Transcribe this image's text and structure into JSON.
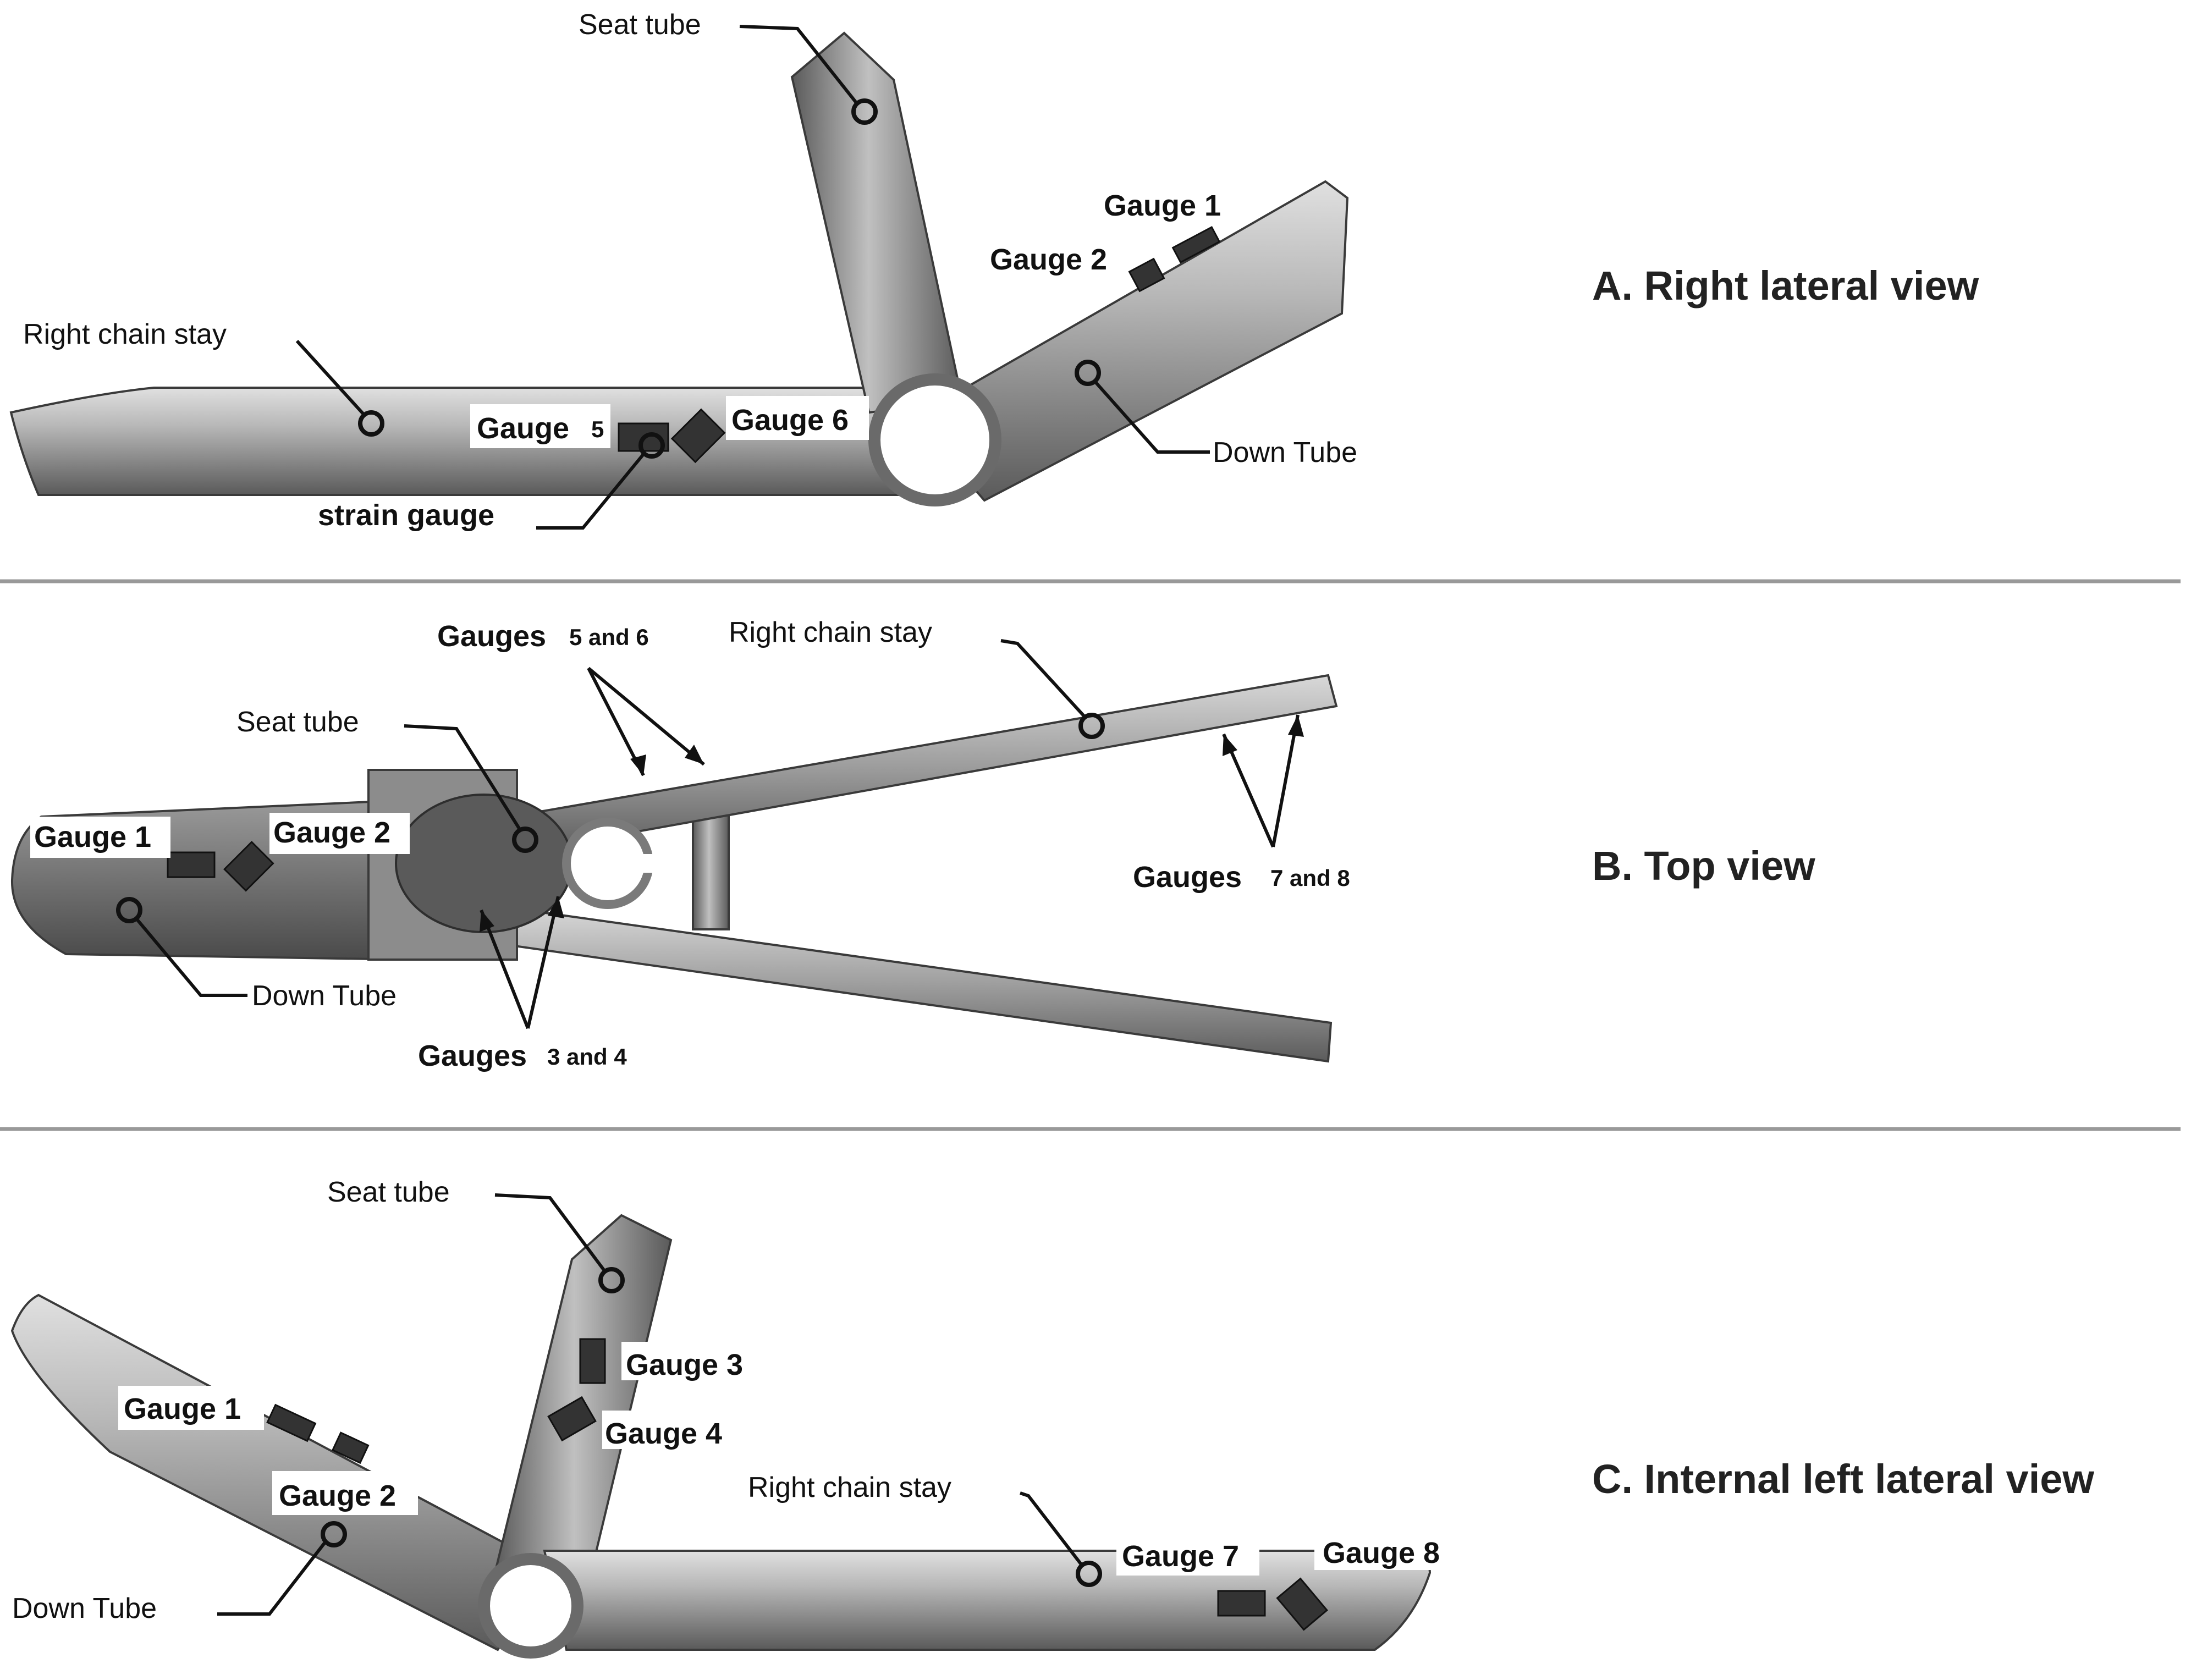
{
  "views": {
    "a": {
      "title": "A. Right lateral view",
      "seat_tube": "Seat tube",
      "gauge1": "Gauge 1",
      "gauge2": "Gauge 2",
      "chain_stay": "Right chain stay",
      "gauge5": "Gauge",
      "gauge5_num": "5",
      "gauge6": "Gauge 6",
      "down_tube": "Down Tube",
      "strain_gauge": "strain gauge"
    },
    "b": {
      "title": "B. Top view",
      "gauges56": "Gauges",
      "gauges56_num": "5 and 6",
      "chain_stay": "Right chain stay",
      "seat_tube": "Seat tube",
      "gauge1": "Gauge 1",
      "gauge2": "Gauge 2",
      "gauges78": "Gauges",
      "gauges78_num": "7 and 8",
      "down_tube": "Down Tube",
      "gauges34": "Gauges",
      "gauges34_num": "3 and 4"
    },
    "c": {
      "title": "C. Internal left lateral view",
      "seat_tube": "Seat tube",
      "gauge3": "Gauge 3",
      "gauge4": "Gauge  4",
      "gauge1": "Gauge 1",
      "gauge2": "Gauge 2",
      "chain_stay": "Right chain stay",
      "gauge7": "Gauge 7",
      "gauge8": "Gauge 8",
      "down_tube": "Down Tube"
    }
  },
  "colors": {
    "tube_light": "#c8c8c8",
    "tube_mid": "#8a8a8a",
    "tube_dark": "#4a4a4a",
    "gauge": "#333333",
    "separator": "#999999"
  }
}
